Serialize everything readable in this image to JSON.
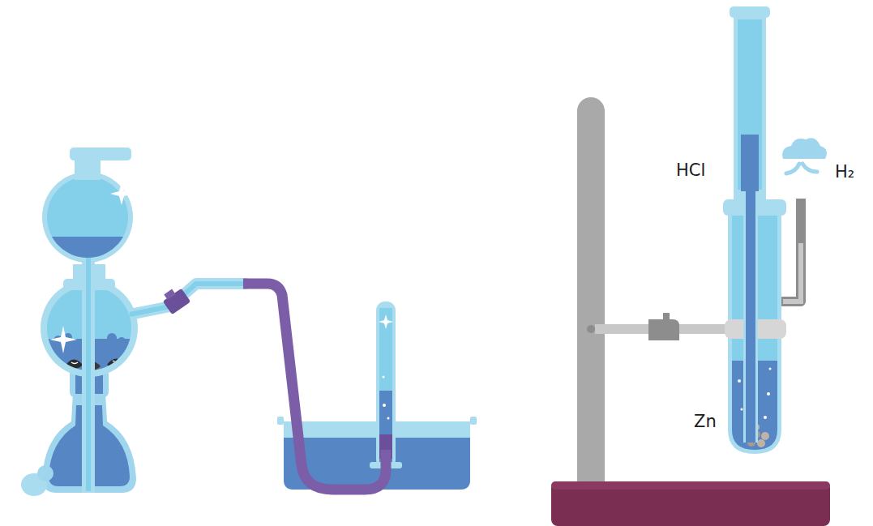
{
  "diagram": {
    "labels": [
      "HCl",
      "H₂",
      "Zn"
    ]
  }
}
